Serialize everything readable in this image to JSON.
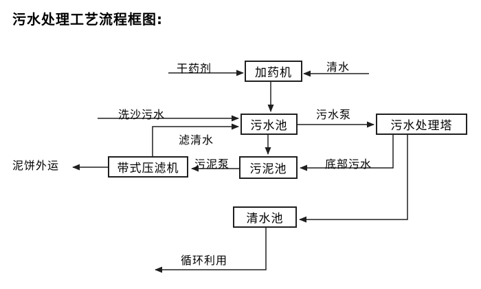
{
  "title": "污水处理工艺流程框图:",
  "colors": {
    "line": "#1f1f1f",
    "box_border": "#1f1f1f",
    "background": "#ffffff",
    "text": "#000000"
  },
  "nodes": [
    {
      "id": "dosing-machine",
      "label": "加药机"
    },
    {
      "id": "sewage-pool",
      "label": "污水池"
    },
    {
      "id": "treatment-tower",
      "label": "污水处理塔"
    },
    {
      "id": "sludge-pool",
      "label": "污泥池"
    },
    {
      "id": "belt-filter-press",
      "label": "带式压滤机"
    },
    {
      "id": "clean-water-pool",
      "label": "清水池"
    }
  ],
  "edges": [
    {
      "id": "dry-chemical",
      "label": "干药剂",
      "from": "外部",
      "to": "加药机"
    },
    {
      "id": "clean-water-in",
      "label": "清水",
      "from": "外部",
      "to": "加药机"
    },
    {
      "id": "dosing-to-sewage",
      "label": "",
      "from": "加药机",
      "to": "污水池"
    },
    {
      "id": "sand-washing-sewage",
      "label": "洗沙污水",
      "from": "外部",
      "to": "污水池"
    },
    {
      "id": "filtered-water",
      "label": "滤清水",
      "from": "带式压滤机",
      "to": "污水池"
    },
    {
      "id": "sewage-pump",
      "label": "污水泵",
      "from": "污水池",
      "to": "污水处理塔"
    },
    {
      "id": "sewage-to-sludge",
      "label": "",
      "from": "污水池",
      "to": "污泥池"
    },
    {
      "id": "bottom-sewage",
      "label": "底部污水",
      "from": "污水处理塔",
      "to": "污泥池"
    },
    {
      "id": "sludge-pump",
      "label": "污泥泵",
      "from": "污泥池",
      "to": "带式压滤机"
    },
    {
      "id": "mud-cake-out",
      "label": "泥饼外运",
      "from": "带式压滤机",
      "to": "外运"
    },
    {
      "id": "tower-to-clean-pool",
      "label": "",
      "from": "污水处理塔",
      "to": "清水池"
    },
    {
      "id": "recycle",
      "label": "循环利用",
      "from": "清水池",
      "to": "回用"
    }
  ]
}
